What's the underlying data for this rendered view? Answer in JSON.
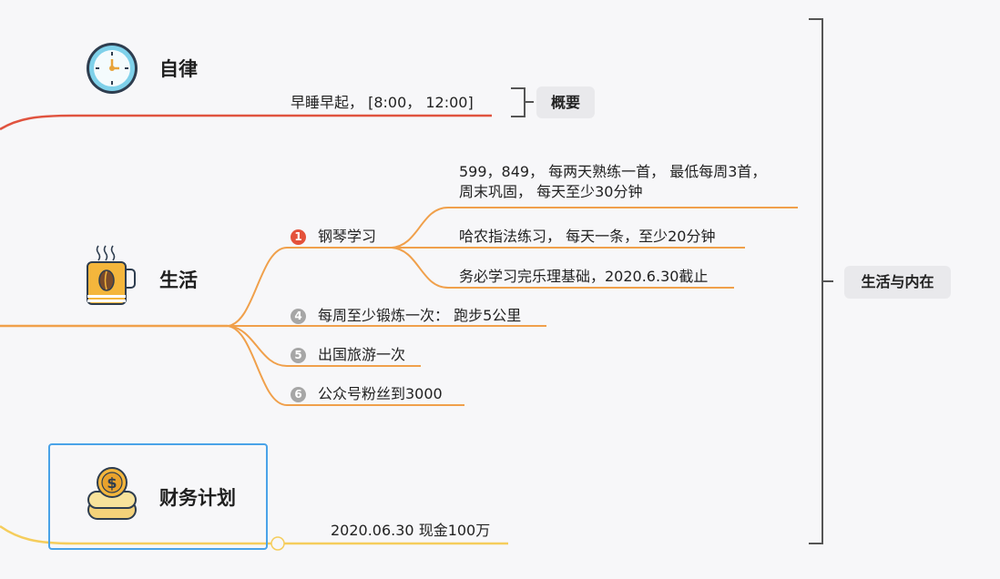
{
  "nodes": {
    "zilv": {
      "label": "自律",
      "icon": "clock-icon"
    },
    "zilv_leaf": {
      "label": "早睡早起， [8:00， 12:00]"
    },
    "summary1": {
      "label": "概要"
    },
    "shenghuo": {
      "label": "生活",
      "icon": "coffee-cup-icon"
    },
    "piano": {
      "label": "钢琴学习",
      "badge": "1"
    },
    "piano_leaf1_line1": {
      "label": "599，849， 每两天熟练一首， 最低每周3首，"
    },
    "piano_leaf1_line2": {
      "label": "周末巩固， 每天至少30分钟"
    },
    "piano_leaf2": {
      "label": "哈农指法练习， 每天一条，至少20分钟"
    },
    "piano_leaf3": {
      "label": "务必学习完乐理基础，2020.6.30截止"
    },
    "exercise": {
      "label": "每周至少锻炼一次： 跑步5公里",
      "badge": "4"
    },
    "travel": {
      "label": "出国旅游一次",
      "badge": "5"
    },
    "wechat": {
      "label": "公众号粉丝到3000",
      "badge": "6"
    },
    "caiwu": {
      "label": "财务计划",
      "icon": "coin-stack-icon"
    },
    "caiwu_leaf": {
      "label": "2020.06.30 现金100万"
    },
    "summary2": {
      "label": "生活与内在"
    }
  },
  "colors": {
    "red_branch": "#e0533f",
    "orange_branch": "#f0a04b",
    "yellow_branch": "#f5cd5c",
    "bracket": "#555555",
    "selection": "#4aa3e8"
  }
}
